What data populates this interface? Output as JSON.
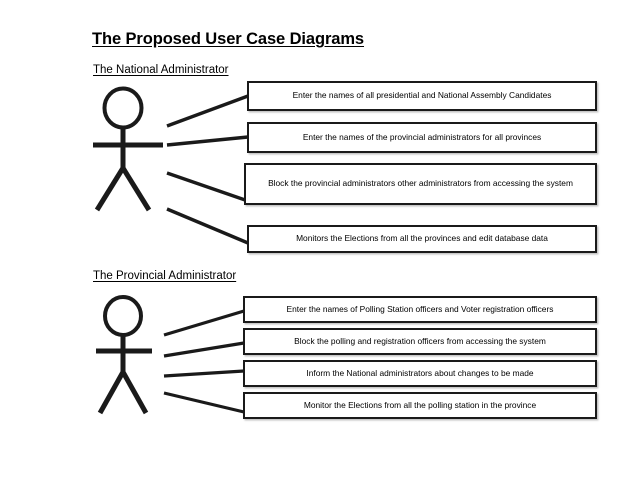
{
  "document": {
    "title": "The Proposed User Case Diagrams",
    "background_color": "#ffffff",
    "line_color": "#1a1a1a"
  },
  "sections": [
    {
      "id": "national",
      "heading": "The National Administrator",
      "actor": {
        "name": "national-administrator-actor",
        "type": "stick-figure"
      },
      "use_cases": [
        {
          "label": "Enter the names of all presidential and National Assembly Candidates"
        },
        {
          "label": "Enter the names of the provincial administrators for all provinces"
        },
        {
          "label": "Block the provincial administrators other administrators from accessing the system"
        },
        {
          "label": "Monitors the Elections from all the provinces and edit database data"
        }
      ]
    },
    {
      "id": "provincial",
      "heading": "The Provincial Administrator",
      "actor": {
        "name": "provincial-administrator-actor",
        "type": "stick-figure"
      },
      "use_cases": [
        {
          "label": "Enter the names of Polling Station officers and Voter registration officers"
        },
        {
          "label": "Block the polling and registration officers from accessing the system"
        },
        {
          "label": "Inform the National administrators about changes to be made"
        },
        {
          "label": "Monitor the Elections from all the polling station in the province"
        }
      ]
    }
  ]
}
